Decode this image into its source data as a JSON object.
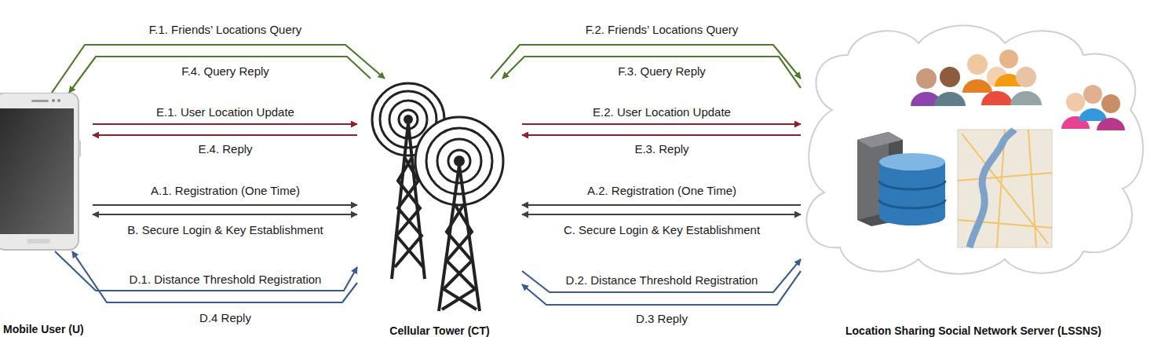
{
  "diagram": {
    "nodes": [
      {
        "text": [
          "Mobile User (U)"
        ]
      },
      {
        "text": [
          "Cellular Tower (CT)"
        ]
      },
      {
        "text": [
          "Location Sharing Social Network Server (LSSNS)"
        ]
      }
    ],
    "edges": [
      {
        "from": 0,
        "to": 1,
        "arrow": "to",
        "label": "F.1. Friends’ Locations Query"
      },
      {
        "from": 1,
        "to": 0,
        "arrow": "to",
        "label": "F.4. Query Reply"
      },
      {
        "from": 0,
        "to": 1,
        "arrow": "to",
        "label": "E.1. User Location Update"
      },
      {
        "from": 1,
        "to": 0,
        "arrow": "to",
        "label": "E.4. Reply"
      },
      {
        "from": 0,
        "to": 1,
        "arrow": "to",
        "label": "A.1. Registration (One Time)"
      },
      {
        "from": 0,
        "to": 1,
        "arrow": "both",
        "label": "B. Secure Login & Key Establishment"
      },
      {
        "from": 0,
        "to": 1,
        "arrow": "to",
        "label": "D.1. Distance Threshold Registration"
      },
      {
        "from": 1,
        "to": 0,
        "arrow": "to",
        "label": "D.4 Reply"
      },
      {
        "from": 1,
        "to": 2,
        "arrow": "to",
        "label": "F.2. Friends’ Locations Query"
      },
      {
        "from": 2,
        "to": 1,
        "arrow": "to",
        "label": "F.3. Query Reply"
      },
      {
        "from": 1,
        "to": 2,
        "arrow": "to",
        "label": "E.2. User Location Update"
      },
      {
        "from": 2,
        "to": 1,
        "arrow": "to",
        "label": "E.3. Reply"
      },
      {
        "from": 2,
        "to": 1,
        "arrow": "to",
        "label": "A.2. Registration (One Time)"
      },
      {
        "from": 1,
        "to": 2,
        "arrow": "both",
        "label": "C. Secure Login & Key Establishment"
      },
      {
        "from": 1,
        "to": 2,
        "arrow": "to",
        "label": "D.2. Distance Threshold Registration"
      },
      {
        "from": 2,
        "to": 1,
        "arrow": "to",
        "label": "D.3 Reply"
      }
    ]
  }
}
